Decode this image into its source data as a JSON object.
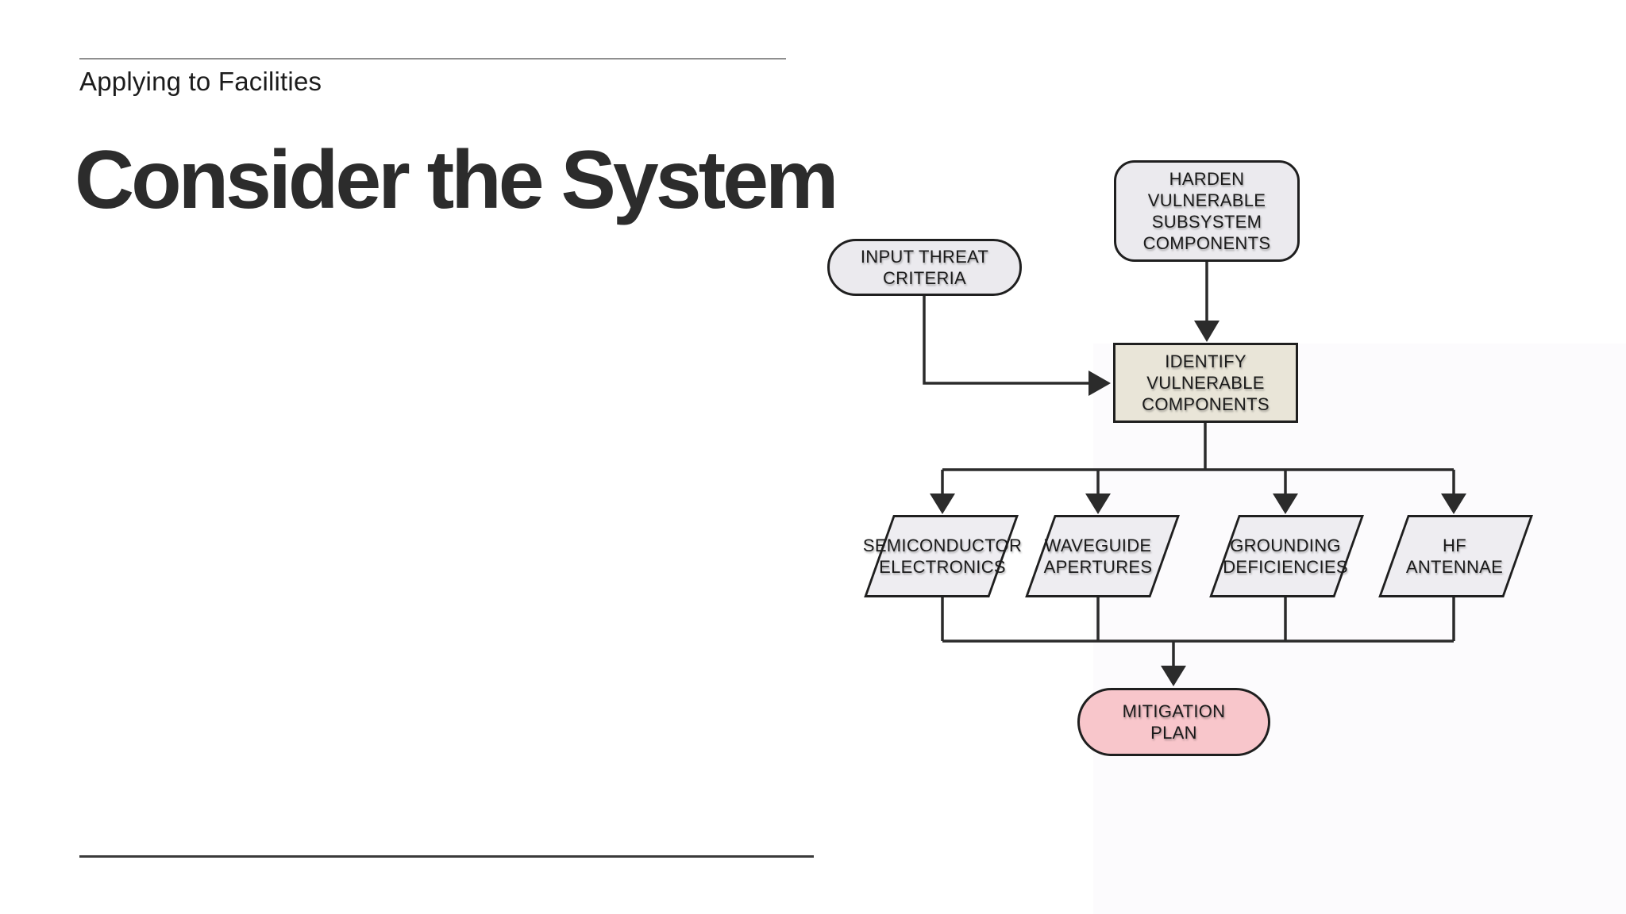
{
  "slide": {
    "kicker": "Applying to Facilities",
    "title": "Consider the System"
  },
  "flowchart": {
    "stroke_color": "#2b2b2b",
    "border_color": "#1f1f1f",
    "nodes": {
      "harden": {
        "label": "HARDEN\nVULNERABLE\nSUBSYSTEM\nCOMPONENTS",
        "shape": "rounded-rectangle",
        "fill": "#ebeaee"
      },
      "input_threat": {
        "label": "INPUT THREAT\nCRITERIA",
        "shape": "terminator-pill",
        "fill": "#ebeaee"
      },
      "identify": {
        "label": "IDENTIFY\nVULNERABLE\nCOMPONENTS",
        "shape": "process-rectangle",
        "fill": "#e9e5d8"
      },
      "semiconductor": {
        "label": "SEMICONDUCTOR\nELECTRONICS",
        "shape": "parallelogram",
        "fill": "#eeedf1"
      },
      "waveguide": {
        "label": "WAVEGUIDE\nAPERTURES",
        "shape": "parallelogram",
        "fill": "#eeedf1"
      },
      "grounding": {
        "label": "GROUNDING\nDEFICIENCIES",
        "shape": "parallelogram",
        "fill": "#eeedf1"
      },
      "hf_antennae": {
        "label": "HF\nANTENNAE",
        "shape": "parallelogram",
        "fill": "#eeedf1"
      },
      "mitigation": {
        "label": "MITIGATION\nPLAN",
        "shape": "terminator-pill",
        "fill": "#f8c6cb"
      }
    },
    "edges": [
      {
        "from": "harden",
        "to": "identify"
      },
      {
        "from": "input_threat",
        "to": "identify"
      },
      {
        "from": "identify",
        "to": "semiconductor"
      },
      {
        "from": "identify",
        "to": "waveguide"
      },
      {
        "from": "identify",
        "to": "grounding"
      },
      {
        "from": "identify",
        "to": "hf_antennae"
      },
      {
        "from": "semiconductor",
        "to": "mitigation"
      },
      {
        "from": "waveguide",
        "to": "mitigation"
      },
      {
        "from": "grounding",
        "to": "mitigation"
      },
      {
        "from": "hf_antennae",
        "to": "mitigation"
      }
    ]
  }
}
